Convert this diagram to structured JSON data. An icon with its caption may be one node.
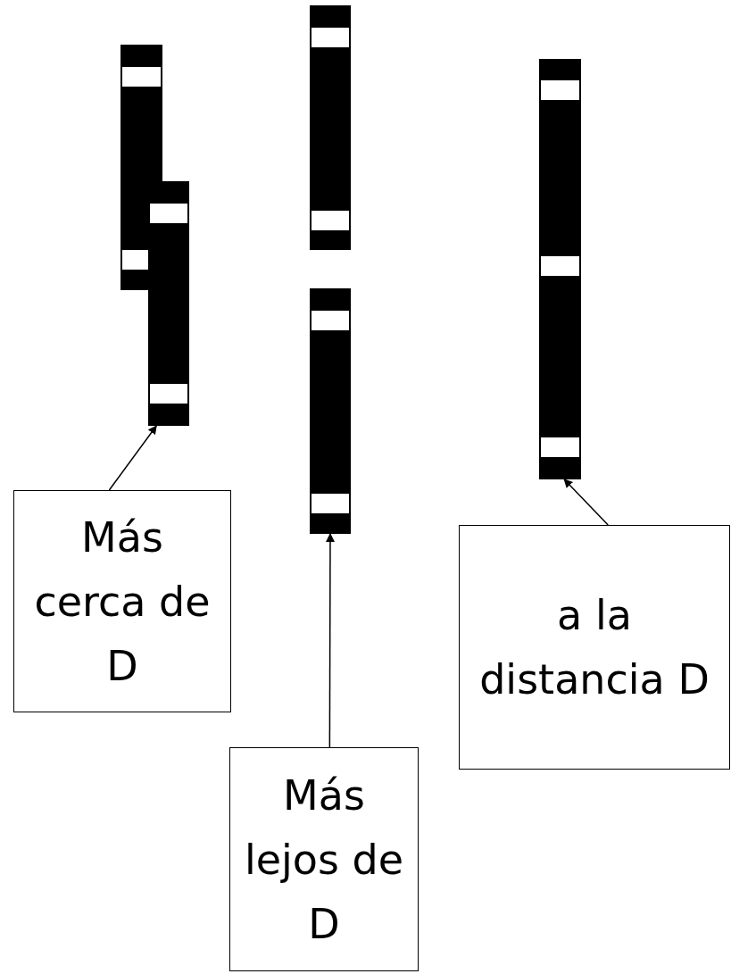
{
  "diagram": {
    "nodes": [
      {
        "text": [],
        "shape": "bar"
      },
      {
        "text": [],
        "shape": "bar"
      },
      {
        "text": [],
        "shape": "bar"
      },
      {
        "text": [],
        "shape": "bar"
      },
      {
        "text": [],
        "shape": "bar"
      },
      {
        "text": [
          "Más cerca de D"
        ]
      },
      {
        "text": [
          "a la distancia D"
        ]
      },
      {
        "text": [
          "Más lejos de D"
        ]
      }
    ],
    "edges": [
      {
        "from": 5,
        "to": 1,
        "arrow": "to"
      },
      {
        "from": 6,
        "to": 4,
        "arrow": "to"
      },
      {
        "from": 7,
        "to": 3,
        "arrow": "to"
      }
    ]
  }
}
